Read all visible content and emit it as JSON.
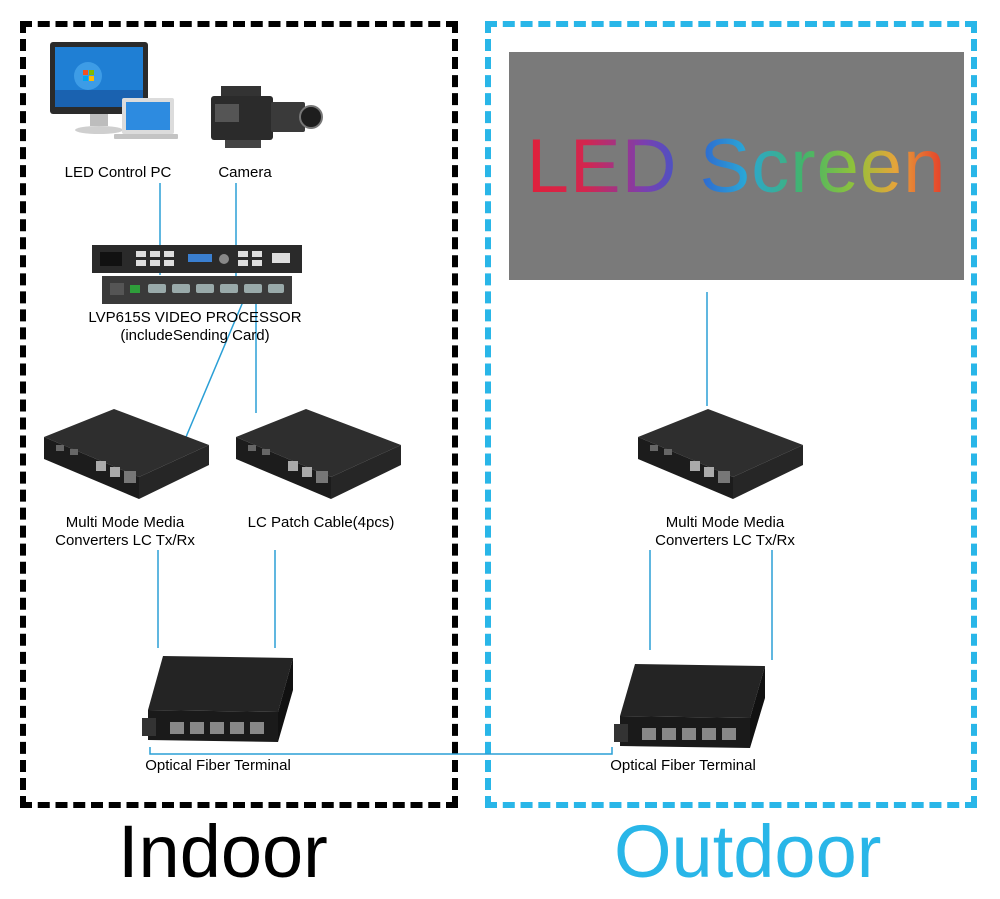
{
  "zones": {
    "indoor": "Indoor",
    "outdoor": "Outdoor"
  },
  "screen": {
    "text": "LED Screen"
  },
  "devices": {
    "pc": "LED Control PC",
    "camera": "Camera",
    "processor_line1": "LVP615S VIDEO PROCESSOR",
    "processor_line2": "(includeSending Card)",
    "converter_left_line1": "Multi Mode Media",
    "converter_left_line2": "Converters LC Tx/Rx",
    "patch_cable": "LC Patch Cable(4pcs)",
    "converter_right_line1": "Multi Mode Media",
    "converter_right_line2": "Converters LC Tx/Rx",
    "fiber_terminal_left": "Optical Fiber Terminal",
    "fiber_terminal_right": "Optical Fiber Terminal"
  },
  "colors": {
    "indoor_border": "#000000",
    "outdoor_border": "#29b6e8",
    "wire": "#2a9fd6",
    "screen_bg": "#7a7a7a"
  }
}
